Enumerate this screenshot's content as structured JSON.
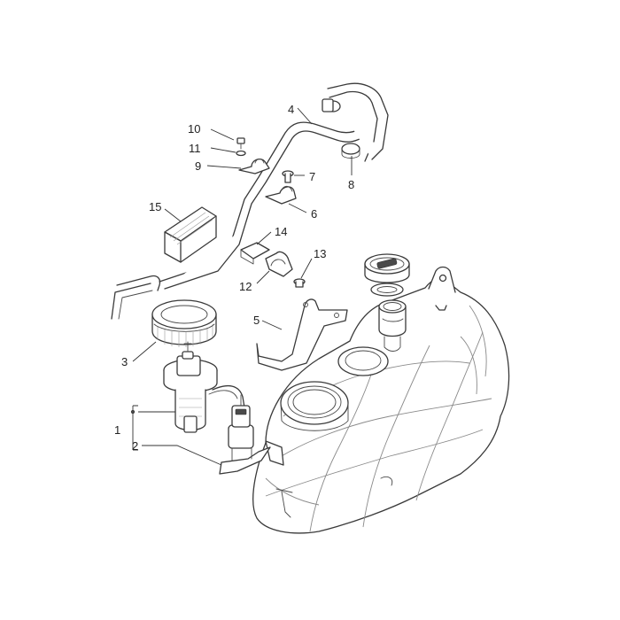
{
  "diagram": {
    "callouts": {
      "c1": "1",
      "c2": "2",
      "c3": "3",
      "c4": "4",
      "c5": "5",
      "c6": "6",
      "c7": "7",
      "c8": "8",
      "c9": "9",
      "c10": "10",
      "c11": "11",
      "c12": "12",
      "c13": "13",
      "c14": "14",
      "c15": "15"
    },
    "parts": [
      "fuel-tank",
      "fuel-pump-assembly",
      "fuel-filter",
      "pump-ring-nut",
      "fuel-pipe",
      "bracket",
      "pipe-clamp",
      "screw",
      "breather-clip",
      "clamp",
      "bolt",
      "washer",
      "bracket-clamp",
      "bracket-screw",
      "spring-clip",
      "tank-cover"
    ],
    "colors": {
      "line": "#3a3a3a",
      "faint": "#8a8a8a",
      "background": "#ffffff"
    }
  }
}
